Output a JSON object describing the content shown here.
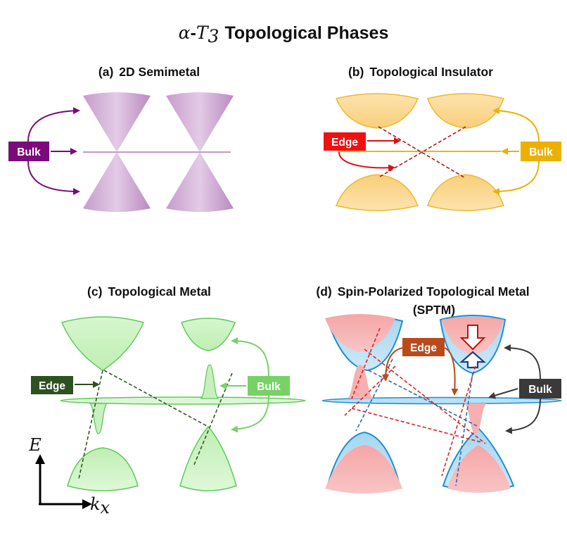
{
  "title": {
    "math_alpha": "α",
    "dash": "-",
    "math_T": "T",
    "math_sub": "3",
    "text": "Topological Phases"
  },
  "panels": {
    "a": {
      "tag": "(a)",
      "title": "2D Semimetal",
      "bulk_label": "Bulk",
      "bulk_color": "#7b0a7b",
      "band_color": "#b57cb9"
    },
    "b": {
      "tag": "(b)",
      "title": "Topological Insulator",
      "edge_label": "Edge",
      "bulk_label": "Bulk",
      "edge_color": "#ee1111",
      "bulk_color": "#ecb100",
      "band_color": "#f1c44c",
      "edge_line_color": "#b01818"
    },
    "c": {
      "tag": "(c)",
      "title": "Topological Metal",
      "edge_label": "Edge",
      "bulk_label": "Bulk",
      "edge_color": "#2f5020",
      "bulk_color": "#77d266",
      "band_color": "#6fd36a",
      "edge_line_color": "#2e5a22"
    },
    "d": {
      "tag": "(d)",
      "title_line1": "Spin-Polarized Topological Metal",
      "title_line2": "(SPTM)",
      "edge_label": "Edge",
      "bulk_label": "Bulk",
      "edge_color": "#bb4a1a",
      "bulk_color": "#3a3a3a",
      "spin_up_color": "#f39a9a",
      "spin_down_color": "#9ed2ee",
      "spin_down_edge": "#1f8fd0",
      "edge_line_up": "#e02020",
      "edge_line_down": "#2a6db0"
    }
  },
  "axes": {
    "y_label": "E",
    "x_label": "k",
    "x_sub": "x"
  }
}
